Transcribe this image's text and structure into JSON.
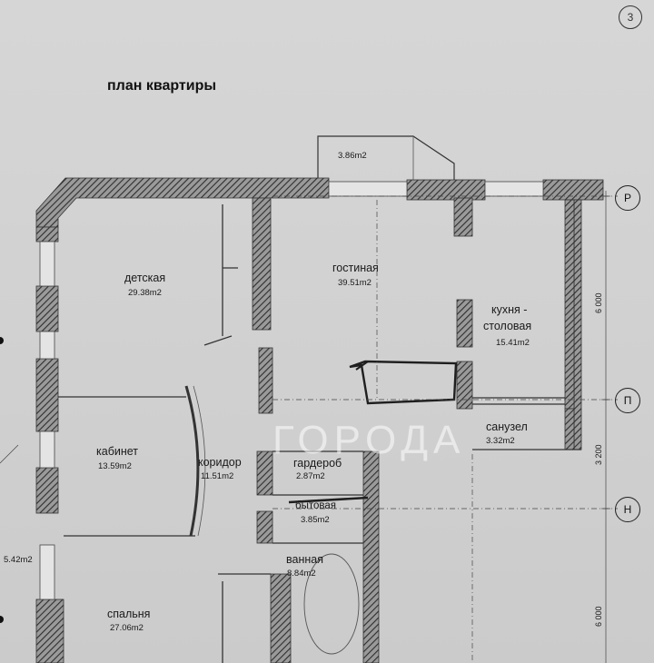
{
  "page_number": "3",
  "title": "план квартиры",
  "watermark": "ГОРОДА",
  "balcony": {
    "area": "3.86m2"
  },
  "rooms": [
    {
      "id": "detskaya",
      "name": "детская",
      "area": "29.38m2"
    },
    {
      "id": "gostinaya",
      "name": "гостиная",
      "area": "39.51m2"
    },
    {
      "id": "kukhnya",
      "name_line1": "кухня -",
      "name_line2": "столовая",
      "area": "15.41m2"
    },
    {
      "id": "kabinet",
      "name": "кабинет",
      "area": "13.59m2"
    },
    {
      "id": "koridor",
      "name": "коридор",
      "area": "11.51m2"
    },
    {
      "id": "garderob",
      "name": "гардероб",
      "area": "2.87m2"
    },
    {
      "id": "sanuzel",
      "name": "санузел",
      "area": "3.32m2"
    },
    {
      "id": "bytovaya",
      "name": "бытовая",
      "area": "3.85m2"
    },
    {
      "id": "vannaya",
      "name": "ванная",
      "area": "8.84m2"
    },
    {
      "id": "spalnya",
      "name": "спальня",
      "area": "27.06m2"
    }
  ],
  "outside_area": "5.42m2",
  "axes": [
    "Р",
    "П",
    "Н"
  ],
  "dimensions": [
    "6 000",
    "3 200",
    "6 000"
  ],
  "colors": {
    "wall_hatch": "#3a3a3a",
    "paper": "#d3d3d3",
    "ink": "#1a1a1a",
    "marker": "#2a2a2a"
  }
}
